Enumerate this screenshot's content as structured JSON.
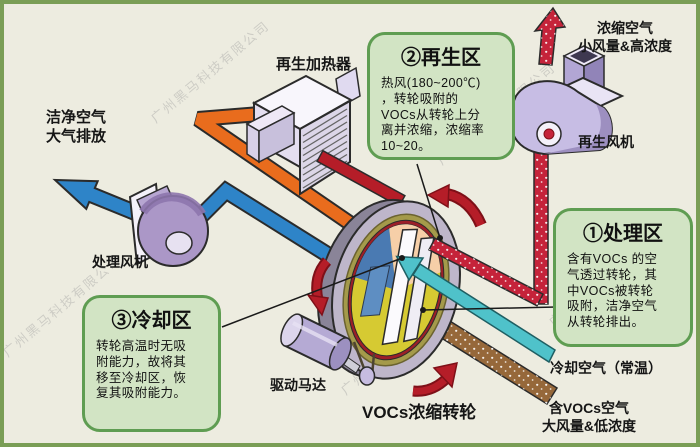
{
  "diagram": {
    "title": "VOCs浓缩转轮",
    "watermark": "广州黑马科技有限公司",
    "labels": {
      "regen_heater": "再生加热器",
      "clean_air": "洁净空气\n大气排放",
      "process_fan": "处理风机",
      "drive_motor": "驱动马达",
      "regen_fan": "再生风机",
      "concentrated_air": "浓缩空气\n小风量&高浓度",
      "cooling_air": "冷却空气（常温）",
      "voc_air": "含VOCs空气\n大风量&低浓度"
    },
    "zones": {
      "regen": {
        "title": "②再生区",
        "body": "热风(180~200℃)\n，转轮吸附的\nVOCs从转轮上分\n离并浓缩，浓缩率\n10~20。"
      },
      "process": {
        "title": "①处理区",
        "body": "含有VOCs 的空\n气透过转轮，其\n中VOCs被转轮\n吸附，洁净空气\n从转轮排出。"
      },
      "cooling": {
        "title": "③冷却区",
        "body": "转轮高温时无吸\n附能力，故将其\n移至冷却区，恢\n复其吸附能力。"
      }
    },
    "colors": {
      "background": "#EDECE0",
      "frame_green": "#7A9E56",
      "zone_fill": "#D2E4C4",
      "zone_border": "#5F9D52",
      "orange_duct": "#E96C1D",
      "blue_duct": "#2E84C8",
      "teal_air": "#4FC2CA",
      "hot_red": "#B51D28",
      "dotted_red": "#C5233A",
      "voc_brown": "#96683A",
      "wheel_yellow": "#D6CA32",
      "wheel_peach": "#F6CFA8",
      "wheel_blue": "#4A7AB2",
      "wheel_ring_olive": "#A49A4A",
      "wheel_ring_red": "#9C1F28",
      "device_lavender": "#C7BDE4"
    }
  }
}
